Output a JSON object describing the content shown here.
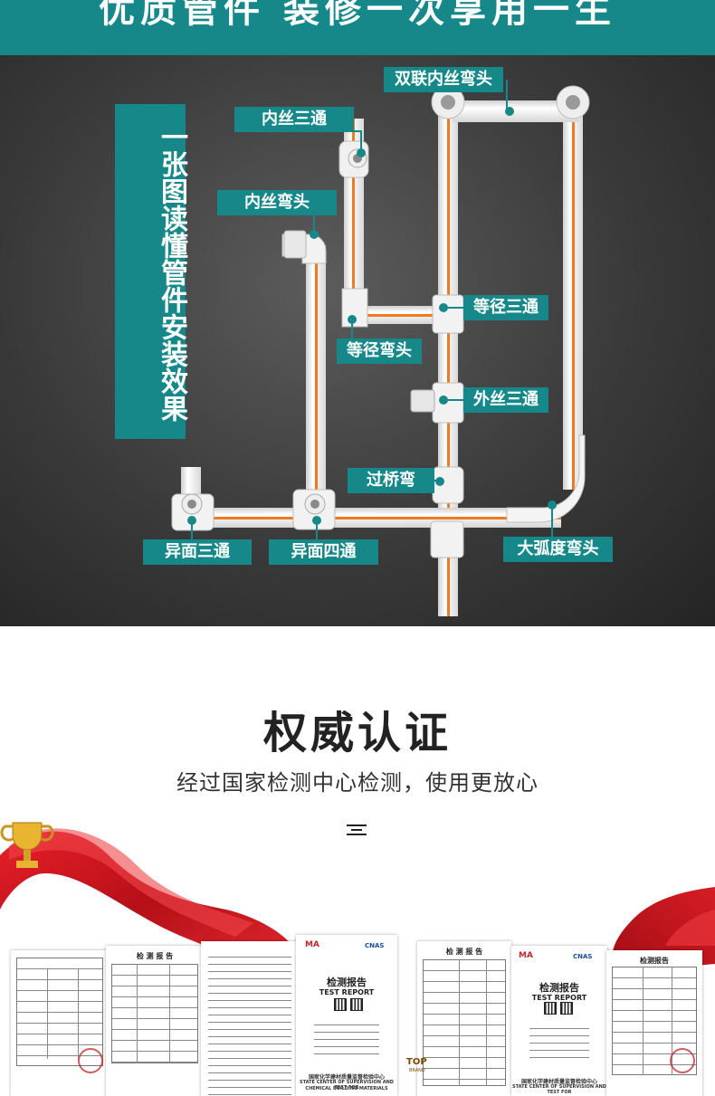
{
  "top_banner": {
    "text": "优质管件 装修一次享用一生"
  },
  "diagram": {
    "vertical_banner": "一张图读懂管件安装效果",
    "labels": {
      "shuanglian": "双联内丝弯头",
      "neisi_santong": "内丝三通",
      "neisi_wantou": "内丝弯头",
      "dengjing_santong": "等径三通",
      "dengjing_wantou": "等径弯头",
      "waisi_santong": "外丝三通",
      "guoqiaowan": "过桥弯",
      "yimian_santong": "异面三通",
      "yimian_sitong": "异面四通",
      "dahudu_wantou": "大弧度弯头"
    },
    "colors": {
      "teal": "#17888a",
      "pipe": "#f2f2f2",
      "stripe": "#f07a20"
    }
  },
  "certification": {
    "title": "权威认证",
    "subtitle": "经过国家检测中心检测，使用更放心",
    "documents": {
      "report_title": "检测报告",
      "report_en": "TEST REPORT",
      "small_title": "检 测 报 告",
      "small_title_b": "检测报告",
      "center_name": "国家化学建材质量监督检验中心",
      "center_en": "STATE CENTER OF SUPERVISION AND TEST FOR",
      "center_en_2": "CHEMICAL BUILDING MATERIALS",
      "cma": "MA",
      "cnas": "CNAS",
      "top_brand": "TOP",
      "top_brand_sub": "BRAND"
    }
  }
}
